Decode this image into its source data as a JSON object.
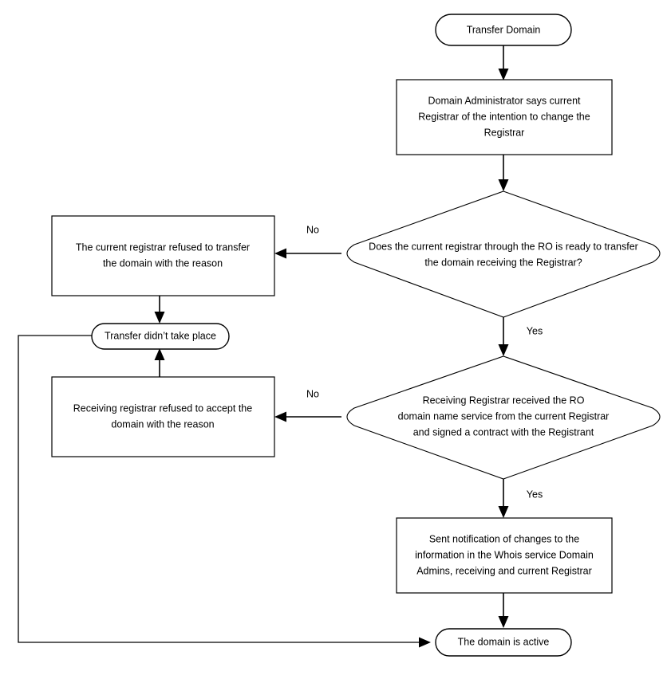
{
  "diagram": {
    "title": "Transfer Domain",
    "type": "flowchart",
    "orientation": "top-to-bottom",
    "background_color": "#ffffff",
    "line_color": "#000000",
    "text_color": "#000000"
  },
  "nodes": {
    "start": {
      "shape": "terminator",
      "label": "Transfer Domain",
      "lines": [
        "Transfer Domain"
      ]
    },
    "notify_registrar": {
      "shape": "process",
      "label": "Domain Administrator says current Registrar of the intention to change the Registrar",
      "lines": [
        "Domain Administrator says current",
        "Registrar of the intention to change the",
        "Registrar"
      ]
    },
    "decision_current_registrar": {
      "shape": "decision",
      "label": "Does the current registrar through the RO is ready to transfer the domain receiving the Registrar?",
      "lines": [
        "Does the current registrar through the RO is ready to transfer",
        "the domain receiving the Registrar?"
      ]
    },
    "current_refused": {
      "shape": "process",
      "label": "The current registrar refused to transfer the domain with the reason",
      "lines": [
        "The current registrar refused to transfer",
        "the domain with the reason"
      ]
    },
    "transfer_failed": {
      "shape": "terminator",
      "label": "Transfer didn't take place",
      "lines": [
        "Transfer didn’t take place"
      ]
    },
    "receiving_refused": {
      "shape": "process",
      "label": "Receiving registrar refused to accept the domain with the reason",
      "lines": [
        "Receiving registrar refused to accept the",
        "domain with the reason"
      ]
    },
    "decision_receiving_registrar": {
      "shape": "decision",
      "label": "Receiving Registrar received the RO domain name service from the current Registrar and signed a contract with the Registrant",
      "lines": [
        "Receiving Registrar received the RO",
        "domain name service from the current Registrar",
        "and signed a contract with the Registrant"
      ]
    },
    "sent_notification": {
      "shape": "process",
      "label": "Sent notification of changes to the information in the Whois service Domain Admins, receiving and current Registrar",
      "lines": [
        "Sent notification of changes to the",
        "information in the Whois service Domain",
        "Admins, receiving and current Registrar"
      ]
    },
    "domain_active": {
      "shape": "terminator",
      "label": "The domain is active",
      "lines": [
        "The domain is active"
      ]
    }
  },
  "edge_labels": {
    "decision1_no": "No",
    "decision1_yes": "Yes",
    "decision2_no": "No",
    "decision2_yes": "Yes"
  },
  "edges": [
    {
      "from": "start",
      "to": "notify_registrar",
      "label": ""
    },
    {
      "from": "notify_registrar",
      "to": "decision_current_registrar",
      "label": ""
    },
    {
      "from": "decision_current_registrar",
      "to": "current_refused",
      "label": "No"
    },
    {
      "from": "decision_current_registrar",
      "to": "decision_receiving_registrar",
      "label": "Yes"
    },
    {
      "from": "current_refused",
      "to": "transfer_failed",
      "label": ""
    },
    {
      "from": "receiving_refused",
      "to": "transfer_failed",
      "label": ""
    },
    {
      "from": "decision_receiving_registrar",
      "to": "receiving_refused",
      "label": "No"
    },
    {
      "from": "decision_receiving_registrar",
      "to": "sent_notification",
      "label": "Yes"
    },
    {
      "from": "sent_notification",
      "to": "domain_active",
      "label": ""
    },
    {
      "from": "transfer_failed",
      "to": "domain_active",
      "label": ""
    }
  ]
}
